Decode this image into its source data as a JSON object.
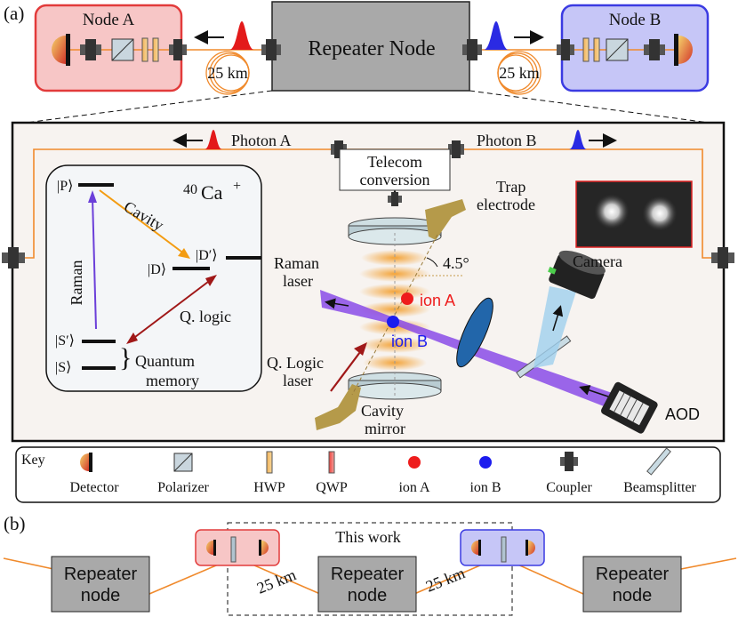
{
  "panel_a": {
    "label": "(a)",
    "node_a": {
      "title": "Node A"
    },
    "node_b": {
      "title": "Node B"
    },
    "repeater": {
      "title": "Repeater Node"
    },
    "fiber_a_length": "25 km",
    "fiber_b_length": "25 km",
    "photon_a_label": "Photon A",
    "photon_b_label": "Photon B",
    "telecom_line1": "Telecom",
    "telecom_line2": "conversion",
    "ion_box": {
      "isotope_mass": "40",
      "species": "Ca",
      "charge": "+",
      "levels": {
        "P": "|P⟩",
        "D": "|D⟩",
        "Dp": "|D′⟩",
        "Sp": "|S′⟩",
        "S": "|S⟩"
      },
      "raman": "Raman",
      "cavity": "Cavity",
      "qlogic": "Q. logic",
      "memory_line1": "Quantum",
      "memory_line2": "memory"
    },
    "trap_line1": "Trap",
    "trap_line2": "electrode",
    "camera": "Camera",
    "angle": "4.5°",
    "raman_laser_line1": "Raman",
    "raman_laser_line2": "laser",
    "ion_a": "ion A",
    "ion_b": "ion B",
    "qlogic_laser_line1": "Q. Logic",
    "qlogic_laser_line2": "laser",
    "cavity_mirror_line1": "Cavity",
    "cavity_mirror_line2": "mirror",
    "aod": "AOD"
  },
  "key": {
    "title": "Key",
    "items": [
      "Detector",
      "Polarizer",
      "HWP",
      "QWP",
      "ion A",
      "ion B",
      "Coupler",
      "Beamsplitter"
    ]
  },
  "panel_b": {
    "label": "(b)",
    "this_work": "This work",
    "repeater_nodes": [
      {
        "line1": "Repeater",
        "line2": "node"
      },
      {
        "line1": "Repeater",
        "line2": "node"
      },
      {
        "line1": "Repeater",
        "line2": "node"
      }
    ],
    "dist_left": "25 km",
    "dist_right": "25 km"
  },
  "colors": {
    "node_a_fill": "#f7c6c6",
    "node_a_stroke": "#e23b3b",
    "node_b_fill": "#c6c6f7",
    "node_b_stroke": "#3b3be2",
    "repeater_fill": "#a9a9a9",
    "fiber": "#f08a2c",
    "ion_a": "#ee1c1c",
    "ion_b": "#1c1cee",
    "raman_beam": "#8a4be8",
    "qlogic_arrow": "#a01818",
    "cavity_arrow": "#f39c12",
    "trap": "#b59a4a",
    "panel_bg": "#f7f3f0"
  }
}
